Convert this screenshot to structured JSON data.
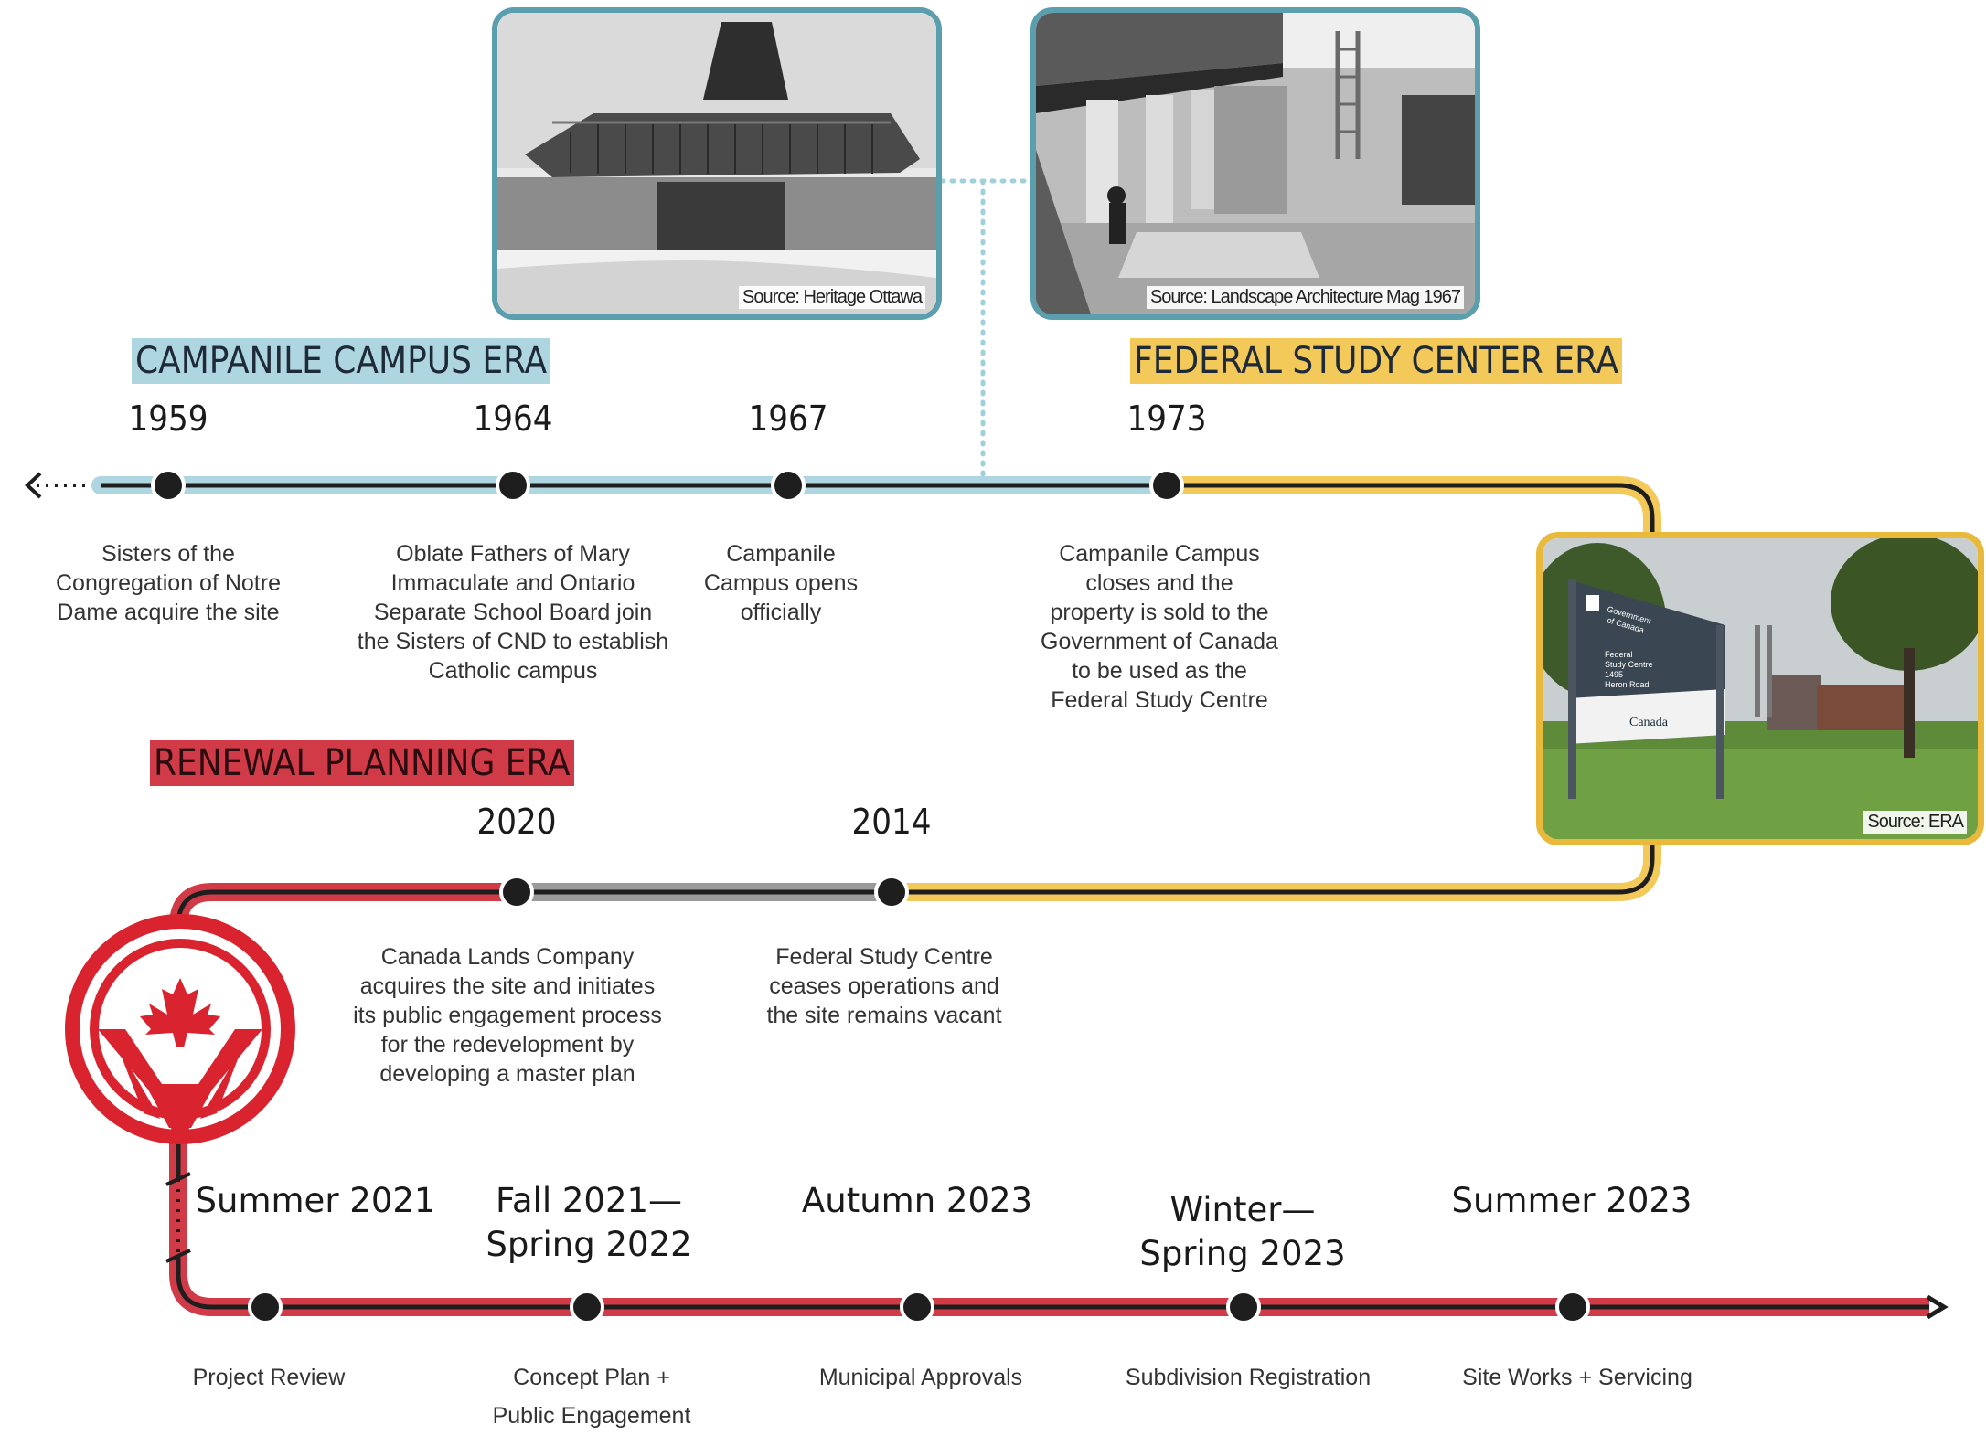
{
  "photos": {
    "photo1_credit": "Source: Heritage Ottawa",
    "photo2_credit": "Source: Landscape Architecture Mag 1967",
    "photo3_credit": "Source: ERA",
    "sign_lines": [
      "Government",
      "of Canada",
      "Federal",
      "Study Centre",
      "1495",
      "Heron Road",
      "Canada"
    ]
  },
  "eras": {
    "campanile": "CAMPANILE CAMPUS ERA",
    "federal": "FEDERAL STUDY CENTER ERA",
    "renewal": "RENEWAL PLANNING ERA"
  },
  "colors": {
    "campanile": "#aed6e0",
    "federal": "#f3ca5a",
    "renewal": "#d13a47",
    "vacant": "#9a9a9a",
    "node": "#1e1e1e"
  },
  "timeline_row1": [
    {
      "year": "1959",
      "desc": "Sisters of the\nCongregation of Notre\nDame acquire the site"
    },
    {
      "year": "1964",
      "desc": "Oblate Fathers of Mary\nImmaculate and Ontario\nSeparate School Board join\nthe Sisters of CND to establish\nCatholic campus"
    },
    {
      "year": "1967",
      "desc": "Campanile\nCampus opens\nofficially"
    },
    {
      "year": "1973",
      "desc": "Campanile Campus\ncloses and the\nproperty is sold to the\nGovernment of Canada\nto be used as the\nFederal Study Centre"
    }
  ],
  "timeline_row2": [
    {
      "year": "2020",
      "desc": "Canada Lands Company\nacquires the site and initiates\nits public engagement process\nfor the redevelopment by\ndeveloping a master plan"
    },
    {
      "year": "2014",
      "desc": "Federal Study Centre\nceases operations and\nthe site remains vacant"
    }
  ],
  "timeline_row3": [
    {
      "label": "Summer 2021",
      "desc": "Project Review"
    },
    {
      "label": "Fall 2021—\nSpring 2022",
      "desc": "Concept Plan +\nPublic Engagement"
    },
    {
      "label": "Autumn 2023",
      "desc": "Municipal Approvals"
    },
    {
      "label": "Winter—\nSpring 2023",
      "desc": "Subdivision Registration"
    },
    {
      "label": "Summer 2023",
      "desc": "Site Works + Servicing"
    }
  ],
  "logo": {
    "icon": "canada-lands-maple-leaf-logo"
  }
}
